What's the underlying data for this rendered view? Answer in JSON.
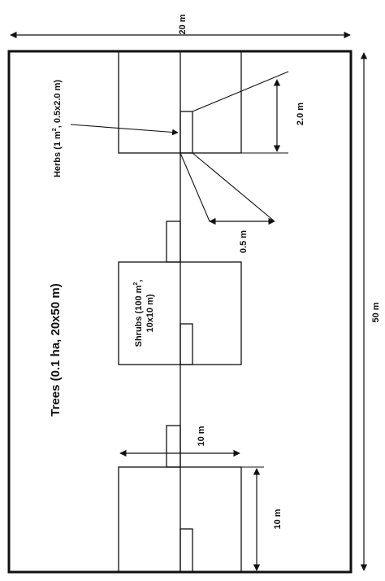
{
  "plot": {
    "width_label": "20 m",
    "length_label": "50 m",
    "trees_label": "Trees (0.1 ha, 20x50 m)"
  },
  "shrubs": {
    "label_pre": "Shrubs (100 m",
    "label_sup": "2",
    "label_post": ",",
    "label_line2": "10x10 m)",
    "side_label_width": "10 m",
    "side_label_length": "10 m"
  },
  "herbs": {
    "label_pre": "Herbs (1 m",
    "label_sup": "2",
    "label_post": ", 0.5x2.0 m)",
    "length_label": "2.0 m",
    "width_label": "0.5 m"
  },
  "colors": {
    "line": "#111111",
    "background": "#ffffff"
  }
}
